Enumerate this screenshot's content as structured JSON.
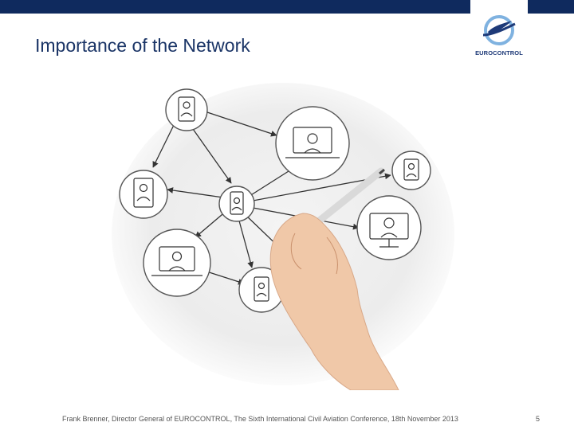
{
  "slide": {
    "title": "Importance of the Network",
    "footer": "Frank Brenner, Director General of EUROCONTROL, The Sixth International Civil Aviation Conference, 18th November 2013",
    "page_number": "5"
  },
  "logo": {
    "text": "EUROCONTROL",
    "icon": "eurocontrol-logo"
  },
  "colors": {
    "bar": "#0f2a5e",
    "title": "#1a3466",
    "logo_blue": "#1e3a78",
    "logo_light": "#7fb2e0"
  }
}
